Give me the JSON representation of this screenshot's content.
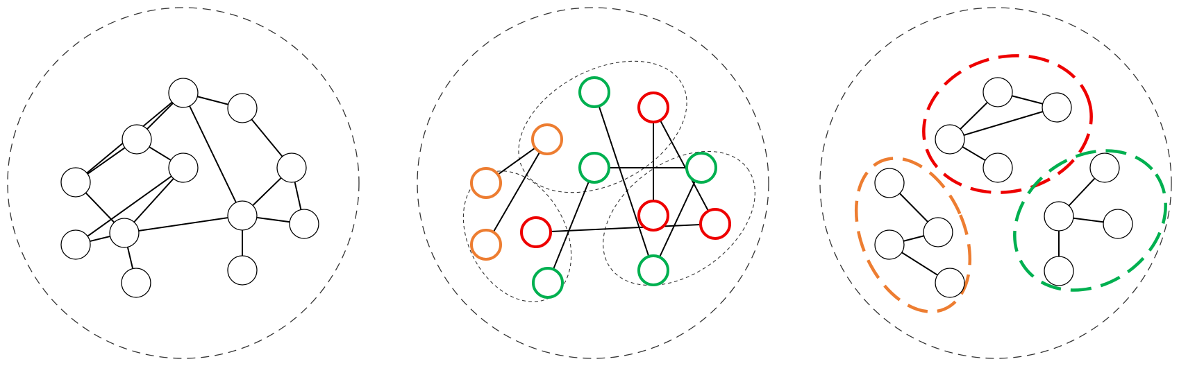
{
  "colors": {
    "orange": "#ed7d31",
    "red": "#ee0000",
    "green": "#00b050",
    "black": "#000000"
  },
  "panels": [
    {
      "id": "left",
      "node_style": "plain",
      "nodes": [
        {
          "id": "a1",
          "color": "black"
        },
        {
          "id": "a2",
          "color": "black"
        },
        {
          "id": "a3",
          "color": "black"
        },
        {
          "id": "a4",
          "color": "black"
        },
        {
          "id": "a5",
          "color": "black"
        },
        {
          "id": "a6",
          "color": "black"
        },
        {
          "id": "a7",
          "color": "black"
        },
        {
          "id": "a8",
          "color": "black"
        },
        {
          "id": "a9",
          "color": "black"
        },
        {
          "id": "a10",
          "color": "black"
        },
        {
          "id": "a11",
          "color": "black"
        },
        {
          "id": "a12",
          "color": "black"
        }
      ],
      "edges": [
        [
          "a1",
          "a2"
        ],
        [
          "a1",
          "a3"
        ],
        [
          "a1",
          "a4"
        ],
        [
          "a1",
          "a9"
        ],
        [
          "a3",
          "a4"
        ],
        [
          "a3",
          "a5"
        ],
        [
          "a5",
          "a7"
        ],
        [
          "a5",
          "a6"
        ],
        [
          "a6",
          "a7"
        ],
        [
          "a4",
          "a7"
        ],
        [
          "a7",
          "a9"
        ],
        [
          "a7",
          "a8"
        ],
        [
          "a2",
          "a10"
        ],
        [
          "a9",
          "a10"
        ],
        [
          "a9",
          "a11"
        ],
        [
          "a10",
          "a11"
        ],
        [
          "a9",
          "a12"
        ]
      ],
      "groups": []
    },
    {
      "id": "middle",
      "node_style": "colored",
      "nodes": [
        {
          "id": "b1",
          "color": "green"
        },
        {
          "id": "b2",
          "color": "red"
        },
        {
          "id": "b3",
          "color": "orange"
        },
        {
          "id": "b4",
          "color": "orange"
        },
        {
          "id": "b5",
          "color": "green"
        },
        {
          "id": "b6",
          "color": "green"
        },
        {
          "id": "b7",
          "color": "red"
        },
        {
          "id": "b8",
          "color": "red"
        },
        {
          "id": "b9",
          "color": "orange"
        },
        {
          "id": "b10",
          "color": "red"
        },
        {
          "id": "b11",
          "color": "green"
        },
        {
          "id": "b12",
          "color": "green"
        }
      ],
      "edges": [
        [
          "b3",
          "b4"
        ],
        [
          "b3",
          "b9"
        ],
        [
          "b1",
          "b12"
        ],
        [
          "b2",
          "b7"
        ],
        [
          "b2",
          "b10"
        ],
        [
          "b5",
          "b6"
        ],
        [
          "b5",
          "b11"
        ],
        [
          "b6",
          "b12"
        ],
        [
          "b8",
          "b10"
        ]
      ],
      "groups": [
        {
          "id": "bg1",
          "style": "thin"
        },
        {
          "id": "bg2",
          "style": "thin"
        },
        {
          "id": "bg3",
          "style": "thin"
        }
      ]
    },
    {
      "id": "right",
      "node_style": "plain",
      "nodes": [
        {
          "id": "c1",
          "color": "black"
        },
        {
          "id": "c2",
          "color": "black"
        },
        {
          "id": "c3",
          "color": "black"
        },
        {
          "id": "c4",
          "color": "black"
        },
        {
          "id": "c5",
          "color": "black"
        },
        {
          "id": "c6",
          "color": "black"
        },
        {
          "id": "c7",
          "color": "black"
        },
        {
          "id": "c8",
          "color": "black"
        },
        {
          "id": "c9",
          "color": "black"
        },
        {
          "id": "c10",
          "color": "black"
        },
        {
          "id": "c11",
          "color": "black"
        },
        {
          "id": "c12",
          "color": "black"
        }
      ],
      "edges": [
        [
          "c1",
          "c2"
        ],
        [
          "c1",
          "c3"
        ],
        [
          "c3",
          "c2"
        ],
        [
          "c3",
          "c4"
        ],
        [
          "c5",
          "c6"
        ],
        [
          "c7",
          "c6"
        ],
        [
          "c7",
          "c8"
        ],
        [
          "c9",
          "c10"
        ],
        [
          "c9",
          "c11"
        ],
        [
          "c9",
          "c12"
        ]
      ],
      "groups": [
        {
          "id": "cg-red",
          "style": "thick",
          "color": "red"
        },
        {
          "id": "cg-orange",
          "style": "thick",
          "color": "orange"
        },
        {
          "id": "cg-green",
          "style": "thick",
          "color": "green"
        }
      ]
    }
  ]
}
